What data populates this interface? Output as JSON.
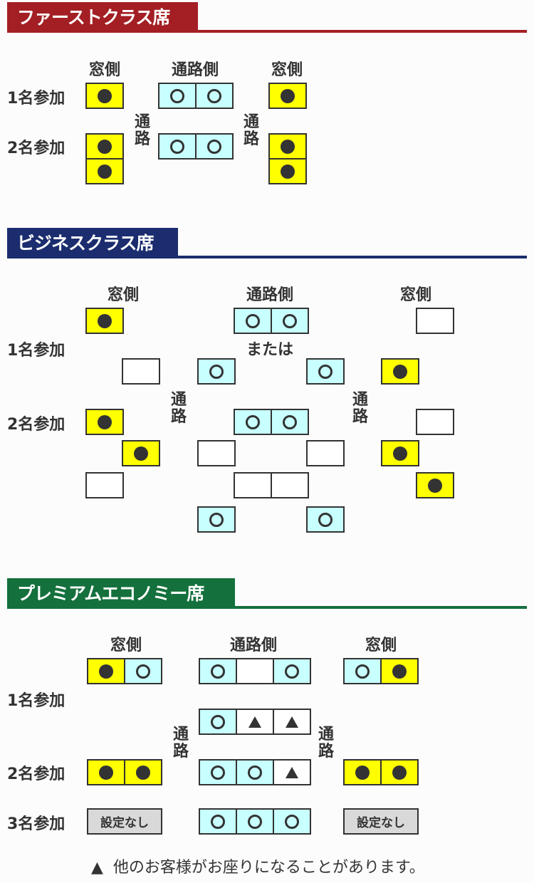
{
  "colors": {
    "first": "#a31f24",
    "business": "#1b2d6e",
    "premium": "#14703c",
    "filled": "#ffff00",
    "open": "#c8ffff"
  },
  "legend_states": {
    "filled": "●",
    "open": "○",
    "maybe": "▲",
    "none": "設定なし"
  },
  "sections": [
    {
      "title": "ファーストクラス席",
      "headers": [
        "窓側",
        "通路側",
        "窓側"
      ],
      "rows": [
        "1名参加",
        "2名参加"
      ],
      "aisle": "通路",
      "groups": [
        [
          "filled"
        ],
        [
          "open",
          "open"
        ],
        [
          "filled"
        ],
        [
          "filled",
          "filled"
        ],
        [
          "open",
          "open"
        ],
        [
          "filled",
          "filled"
        ]
      ]
    },
    {
      "title": "ビジネスクラス席",
      "headers": [
        "窓側",
        "通路側",
        "窓側"
      ],
      "rows": [
        "1名参加",
        "2名参加"
      ],
      "aisle": "通路",
      "or_label": "または",
      "groups": [
        [
          "filled"
        ],
        [
          "open",
          "open"
        ],
        [
          "empty"
        ],
        [
          "empty"
        ],
        [
          "open"
        ],
        [
          "open"
        ],
        [
          "filled"
        ],
        [
          "filled"
        ],
        [
          "open",
          "open"
        ],
        [
          "empty"
        ],
        [
          "filled"
        ],
        [
          "empty"
        ],
        [
          "empty"
        ],
        [
          "filled"
        ],
        [
          "empty"
        ],
        [
          "empty",
          "empty"
        ],
        [
          "filled"
        ],
        [
          "open"
        ],
        [
          "open"
        ]
      ]
    },
    {
      "title": "プレミアムエコノミー席",
      "headers": [
        "窓側",
        "通路側",
        "窓側"
      ],
      "rows": [
        "1名参加",
        "2名参加",
        "3名参加"
      ],
      "aisle": "通路",
      "groups": [
        [
          "filled",
          "open"
        ],
        [
          "open",
          "empty",
          "open"
        ],
        [
          "open",
          "filled"
        ],
        [
          "open",
          "maybe",
          "maybe"
        ],
        [
          "filled",
          "filled"
        ],
        [
          "open",
          "open",
          "maybe"
        ],
        [
          "filled",
          "filled"
        ],
        [
          "none"
        ],
        [
          "open",
          "open",
          "open"
        ],
        [
          "none"
        ]
      ]
    }
  ],
  "note": {
    "symbol": "▲",
    "text": "他のお客様がお座りになることがあります。"
  }
}
